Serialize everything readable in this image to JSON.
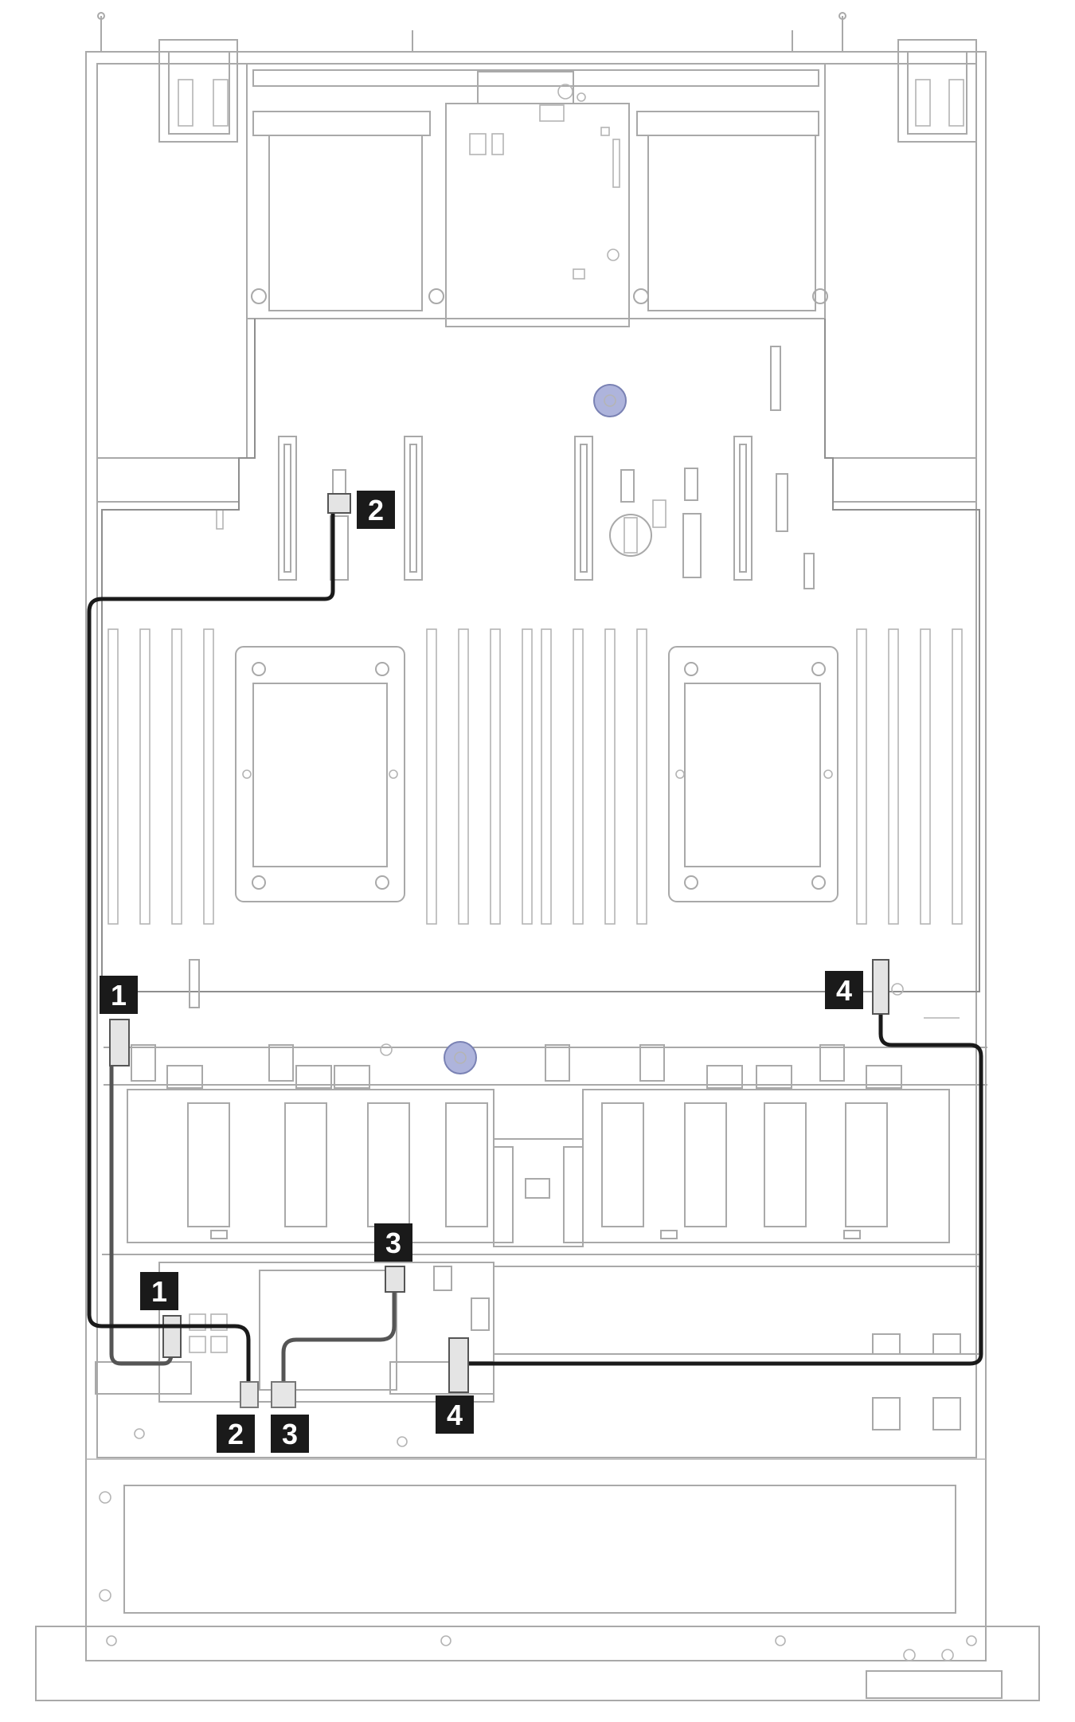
{
  "callouts": [
    {
      "id": "1",
      "label": "1"
    },
    {
      "id": "2",
      "label": "2"
    },
    {
      "id": "3",
      "label": "3"
    },
    {
      "id": "4",
      "label": "4"
    }
  ],
  "colors": {
    "cable_1": "#555555",
    "cable_2": "#1a1a1a",
    "cable_3": "#555555",
    "cable_4": "#1a1a1a",
    "callout_background": "#1a1a1a",
    "callout_text": "#ffffff",
    "accent_screw": "#aeb4dc"
  }
}
